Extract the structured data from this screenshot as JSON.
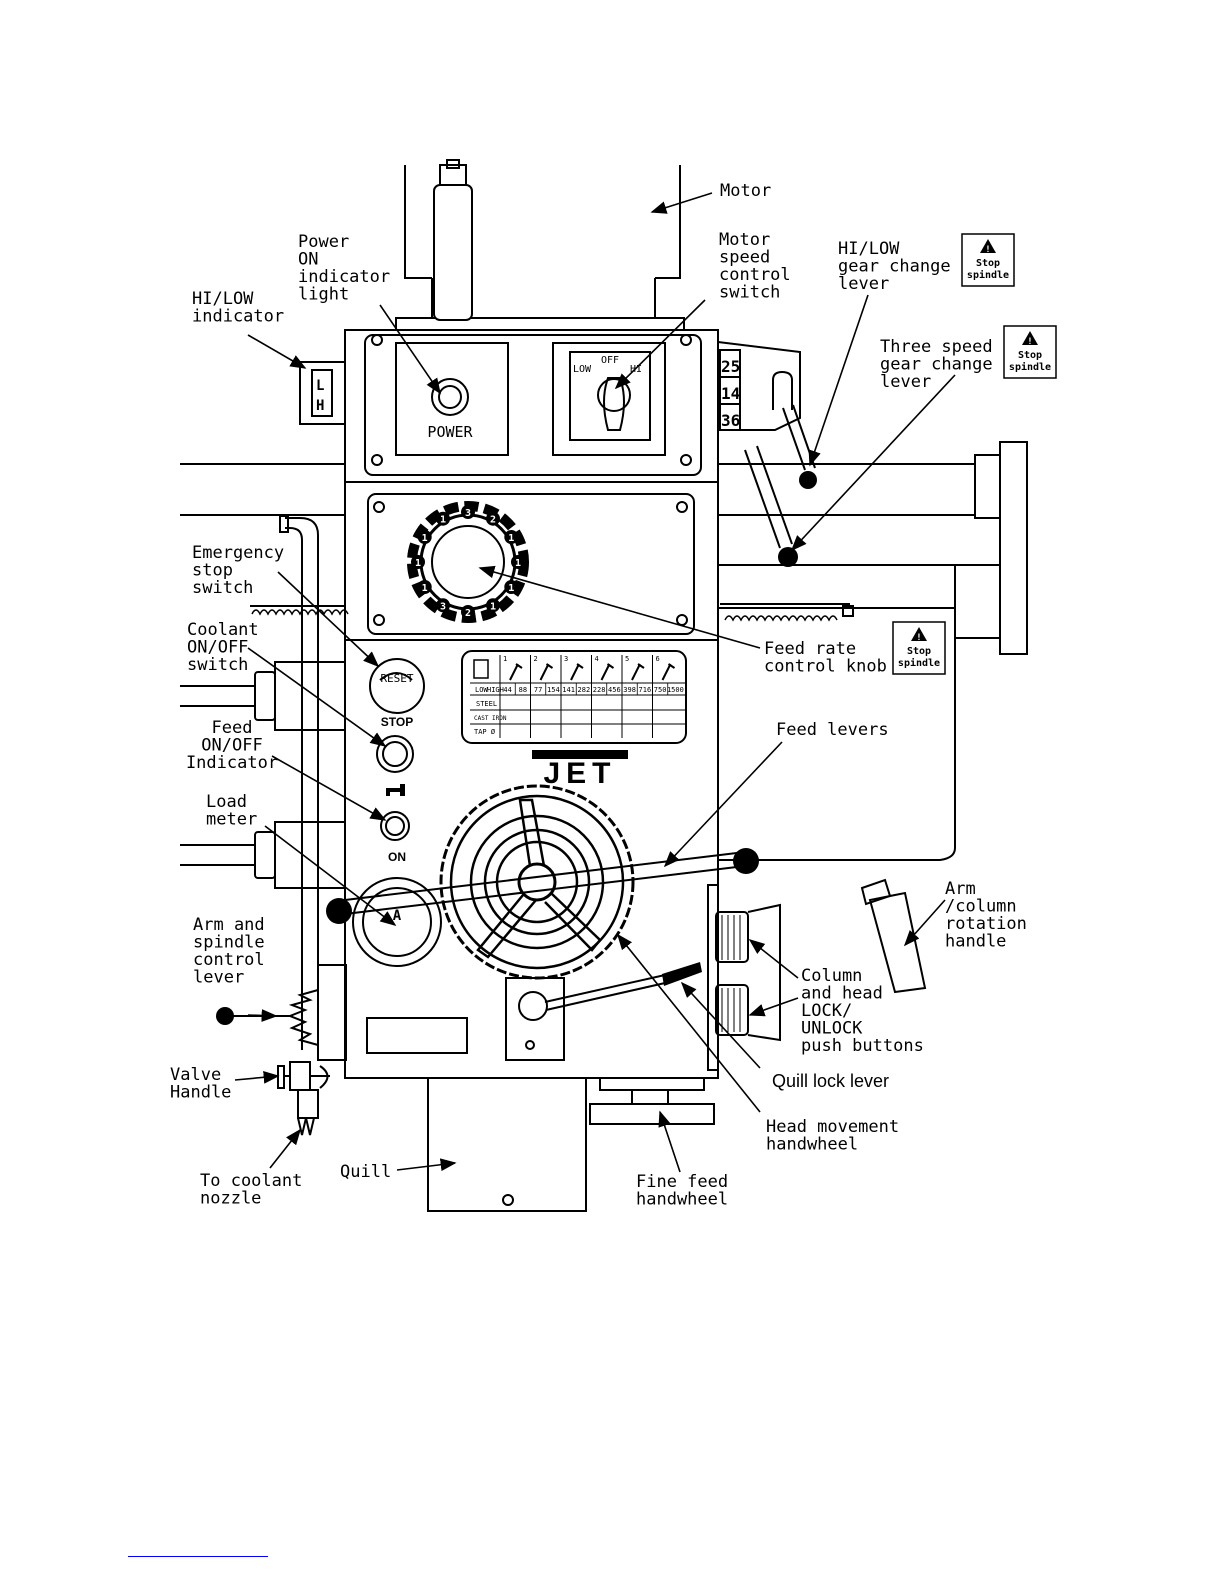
{
  "labels": {
    "motor": [
      "Motor"
    ],
    "power_on_light": [
      "Power",
      "ON",
      "indicator",
      "light"
    ],
    "motor_speed_switch": [
      "Motor",
      "speed",
      "control",
      "switch"
    ],
    "hilow_gear_lever": [
      "HI/LOW",
      "gear change",
      "lever"
    ],
    "hilow_indicator": [
      "HI/LOW",
      "indicator"
    ],
    "three_speed_lever": [
      "Three speed",
      "gear change",
      "lever"
    ],
    "emergency_stop": [
      "Emergency",
      "stop",
      "switch"
    ],
    "coolant_switch": [
      "Coolant",
      "ON/OFF",
      "switch"
    ],
    "feed_indicator": [
      "Feed",
      "ON/OFF",
      "Indicator"
    ],
    "load_meter": [
      "Load",
      "meter"
    ],
    "arm_spindle_lever": [
      "Arm and",
      "spindle",
      "control",
      "lever"
    ],
    "valve_handle": [
      "Valve",
      "Handle"
    ],
    "coolant_nozzle": [
      "To coolant",
      "nozzle"
    ],
    "quill": [
      "Quill"
    ],
    "fine_feed": [
      "Fine feed",
      "handwheel"
    ],
    "head_movement": [
      "Head movement",
      "handwheel"
    ],
    "quill_lock": [
      "Quill lock lever"
    ],
    "column_head_buttons": [
      "Column",
      "and head",
      "LOCK/",
      "UNLOCK",
      "push buttons"
    ],
    "arm_column_handle": [
      "Arm",
      "/column",
      "rotation",
      "handle"
    ],
    "feed_levers": [
      "Feed levers"
    ],
    "feed_rate_knob": [
      "Feed rate",
      "control knob"
    ]
  },
  "warning_badge": {
    "line1": "Stop",
    "line2": "spindle"
  },
  "panel": {
    "power_label": "POWER",
    "switch_low": "LOW",
    "switch_off": "OFF",
    "switch_hi": "HI",
    "indicator_L": "L",
    "indicator_H": "H",
    "gear_numbers": [
      "25",
      "14",
      "36"
    ],
    "reset_label": "RESET",
    "stop_label": "STOP",
    "on_label": "ON",
    "meter_label": "A",
    "brand": "JET",
    "dial_numbers": [
      "3",
      "2",
      "1",
      "1",
      "1",
      "1",
      "2",
      "3",
      "1",
      "1",
      "1",
      "1"
    ]
  },
  "speed_table": {
    "row_header": [
      "LOW",
      "HIGH"
    ],
    "columns": [
      "1",
      "2",
      "3",
      "4",
      "5",
      "6"
    ],
    "speeds": [
      "44",
      "88",
      "77",
      "154",
      "141",
      "282",
      "228",
      "456",
      "398",
      "716",
      "750",
      "1500"
    ],
    "row_labels": [
      "STEEL",
      "CAST IRON",
      "TAP Ø"
    ]
  }
}
